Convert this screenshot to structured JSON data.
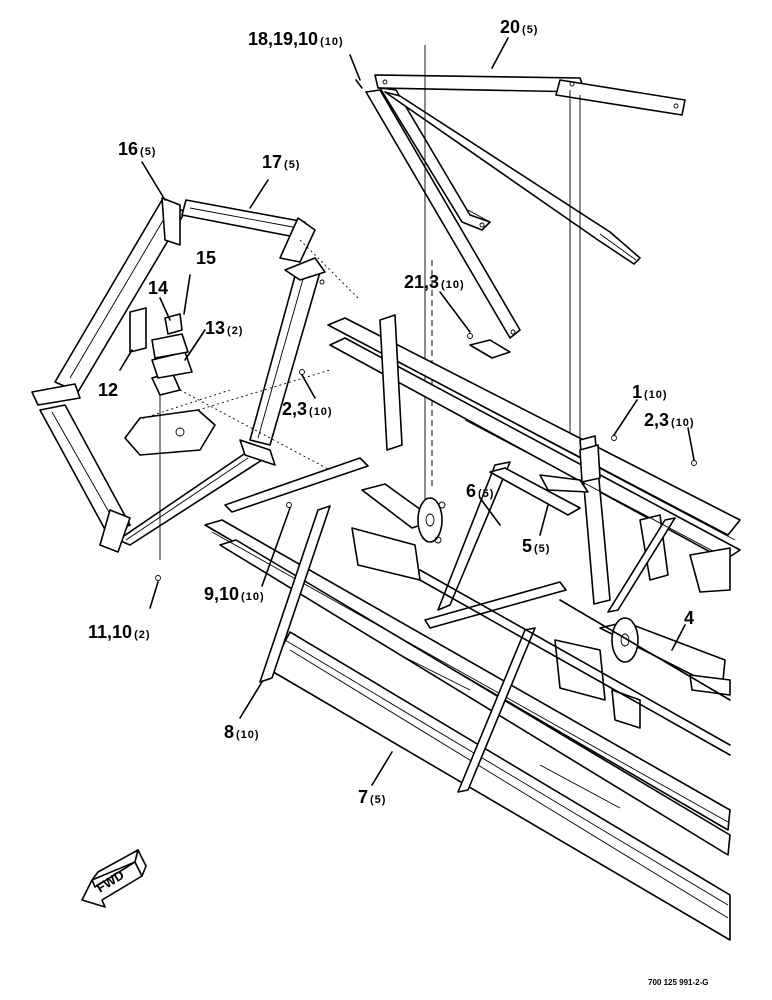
{
  "callouts": [
    {
      "id": "c18",
      "label": "18,19,10",
      "qty": "(10)"
    },
    {
      "id": "c20",
      "label": "20",
      "qty": "(5)"
    },
    {
      "id": "c16",
      "label": "16",
      "qty": "(5)"
    },
    {
      "id": "c17",
      "label": "17",
      "qty": "(5)"
    },
    {
      "id": "c15",
      "label": "15",
      "qty": ""
    },
    {
      "id": "c14",
      "label": "14",
      "qty": ""
    },
    {
      "id": "c13",
      "label": "13",
      "qty": "(2)"
    },
    {
      "id": "c12",
      "label": "12",
      "qty": ""
    },
    {
      "id": "c21",
      "label": "21,3",
      "qty": "(10)"
    },
    {
      "id": "c23a",
      "label": "2,3",
      "qty": "(10)"
    },
    {
      "id": "c1",
      "label": "1",
      "qty": "(10)"
    },
    {
      "id": "c23b",
      "label": "2,3",
      "qty": "(10)"
    },
    {
      "id": "c6",
      "label": "6",
      "qty": "(5)"
    },
    {
      "id": "c5",
      "label": "5",
      "qty": "(5)"
    },
    {
      "id": "c9",
      "label": "9,10",
      "qty": "(10)"
    },
    {
      "id": "c11",
      "label": "11,10",
      "qty": "(2)"
    },
    {
      "id": "c4",
      "label": "4",
      "qty": ""
    },
    {
      "id": "c8",
      "label": "8",
      "qty": "(10)"
    },
    {
      "id": "c7",
      "label": "7",
      "qty": "(5)"
    }
  ],
  "fwd_label": "FWD",
  "drawing_code": "700 125 991-2-G"
}
